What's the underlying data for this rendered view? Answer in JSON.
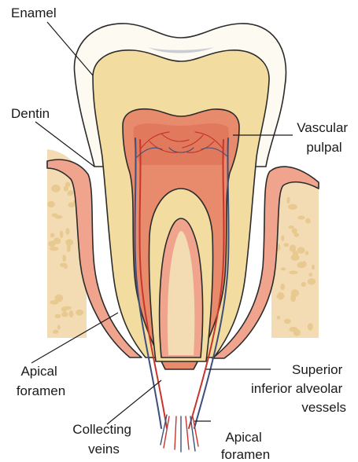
{
  "labels": {
    "enamel": "Enamel",
    "dentin": "Dentin",
    "vascular_pulpal": [
      "Vascular",
      "pulpal"
    ],
    "apical_foramen_left": [
      "Apical",
      "foramen"
    ],
    "superior_inferior_alveolar_vessels": [
      "Superior",
      "inferior alveolar",
      "vessels"
    ],
    "collecting_veins": [
      "Collecting",
      "veins"
    ],
    "apical_foramen_bottom": [
      "Apical",
      "foramen"
    ]
  },
  "colors": {
    "enamel": "#fdfaf2",
    "dentin": "#f2dca0",
    "pulp": "#e88a6c",
    "pulp_inner": "#d9654a",
    "bone": "#f3dcb4",
    "bone_spot": "#e8c98f",
    "gum": "#f0a48e",
    "artery": "#c8352b",
    "vein": "#3d4f7a"
  }
}
